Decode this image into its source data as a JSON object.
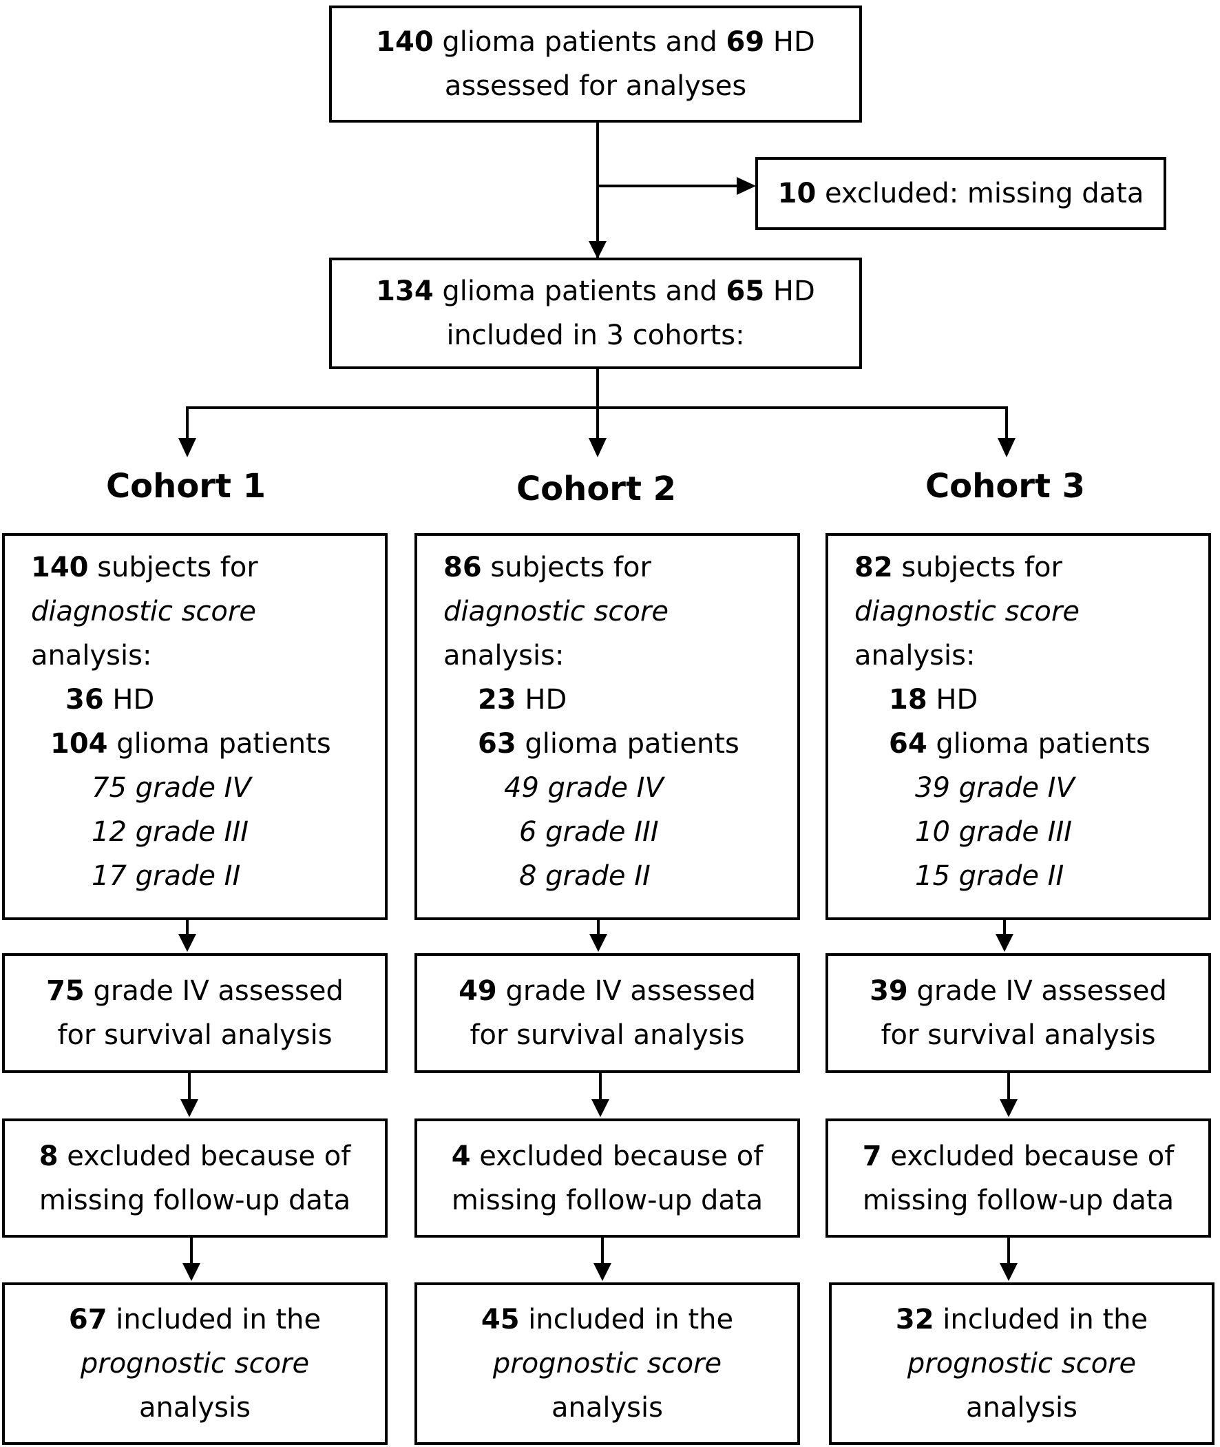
{
  "top": {
    "n_glioma": "140",
    "t1": " glioma patients and ",
    "n_hd": "69",
    "t2": " HD",
    "line2": "assessed for analyses"
  },
  "excluded": {
    "n": "10",
    "text": " excluded: missing data"
  },
  "included": {
    "n_glioma": "134",
    "t1": " glioma patients and ",
    "n_hd": "65",
    "t2": " HD",
    "line2": "included in 3 cohorts:"
  },
  "cohorts": [
    {
      "title": "Cohort 1",
      "diag": {
        "n_subjects": "140",
        "subjects_text": " subjects for",
        "score_label": "diagnostic score",
        "analysis_label": "analysis:",
        "n_hd": "36",
        "hd_text": " HD",
        "n_glioma": "104",
        "glioma_text": " glioma patients",
        "grade4": "75 grade IV",
        "grade3": "12 grade III",
        "grade2": "17 grade II"
      },
      "surv": {
        "n": "75",
        "t1": " grade IV assessed",
        "line2": "for survival analysis"
      },
      "excl": {
        "n": "8",
        "t1": " excluded because of",
        "line2": "missing follow-up data"
      },
      "prog": {
        "n": "67",
        "t1": " included in the",
        "line2": "prognostic score",
        "line3": "analysis"
      }
    },
    {
      "title": "Cohort 2",
      "diag": {
        "n_subjects": "86",
        "subjects_text": " subjects for",
        "score_label": "diagnostic score",
        "analysis_label": "analysis:",
        "n_hd": "23",
        "hd_text": " HD",
        "n_glioma": "63",
        "glioma_text": " glioma patients",
        "grade4": "49 grade IV",
        "grade3": "6 grade III",
        "grade2": "8 grade II"
      },
      "surv": {
        "n": "49",
        "t1": " grade IV assessed",
        "line2": "for survival analysis"
      },
      "excl": {
        "n": "4",
        "t1": " excluded because of",
        "line2": "missing follow-up data"
      },
      "prog": {
        "n": "45",
        "t1": " included in the",
        "line2": "prognostic score",
        "line3": "analysis"
      }
    },
    {
      "title": "Cohort 3",
      "diag": {
        "n_subjects": "82",
        "subjects_text": " subjects for",
        "score_label": "diagnostic score",
        "analysis_label": "analysis:",
        "n_hd": "18",
        "hd_text": " HD",
        "n_glioma": "64",
        "glioma_text": " glioma patients",
        "grade4": "39 grade IV",
        "grade3": "10 grade III",
        "grade2": "15 grade II"
      },
      "surv": {
        "n": "39",
        "t1": " grade IV assessed",
        "line2": "for survival analysis"
      },
      "excl": {
        "n": "7",
        "t1": " excluded because of",
        "line2": "missing follow-up data"
      },
      "prog": {
        "n": "32",
        "t1": " included in the",
        "line2": "prognostic score",
        "line3": "analysis"
      }
    }
  ]
}
